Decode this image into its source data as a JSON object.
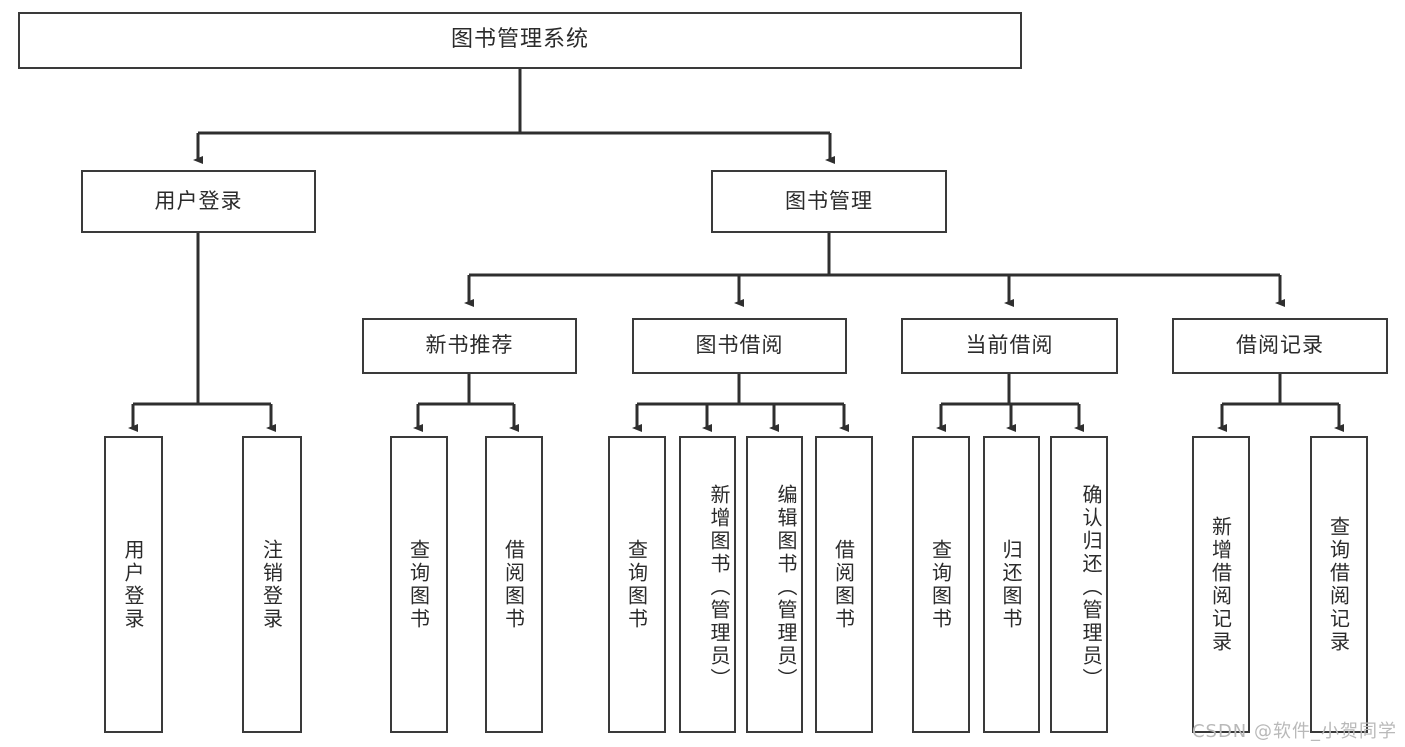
{
  "diagram": {
    "title": "图书管理系统",
    "type": "tree",
    "levels": {
      "root": {
        "label": "图书管理系统"
      },
      "level2": [
        {
          "label": "用户登录"
        },
        {
          "label": "图书管理"
        }
      ],
      "level3": [
        {
          "label": "新书推荐"
        },
        {
          "label": "图书借阅"
        },
        {
          "label": "当前借阅"
        },
        {
          "label": "借阅记录"
        }
      ],
      "leaves": [
        {
          "label": "用户登录",
          "parent": "用户登录"
        },
        {
          "label": "注销登录",
          "parent": "用户登录"
        },
        {
          "label": "查询图书",
          "parent": "新书推荐"
        },
        {
          "label": "借阅图书",
          "parent": "新书推荐"
        },
        {
          "label": "查询图书",
          "parent": "图书借阅"
        },
        {
          "label": "新增图书（管理员）",
          "parent": "图书借阅"
        },
        {
          "label": "编辑图书（管理员）",
          "parent": "图书借阅"
        },
        {
          "label": "借阅图书",
          "parent": "图书借阅"
        },
        {
          "label": "查询图书",
          "parent": "当前借阅"
        },
        {
          "label": "归还图书",
          "parent": "当前借阅"
        },
        {
          "label": "确认归还（管理员）",
          "parent": "当前借阅"
        },
        {
          "label": "新增借阅记录",
          "parent": "借阅记录"
        },
        {
          "label": "查询借阅记录",
          "parent": "借阅记录"
        }
      ]
    },
    "colors": {
      "box_border": "#3a3a3a",
      "box_fill": "#ffffff",
      "edge": "#2f2f2f",
      "text": "#2b2b2b",
      "watermark": "#b9b9b9"
    }
  },
  "watermark": {
    "text": "CSDN @软件_小贺同学"
  }
}
